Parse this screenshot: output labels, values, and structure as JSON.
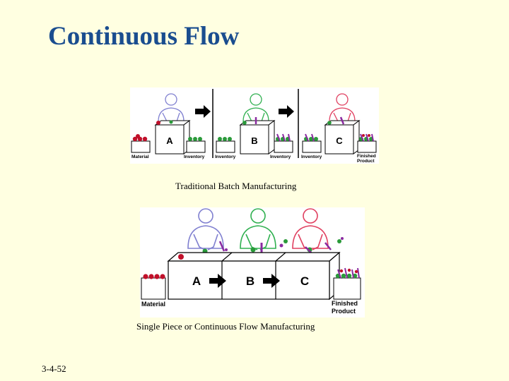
{
  "slide": {
    "title": "Continuous Flow",
    "slide_number": "3-4-52"
  },
  "batch_figure": {
    "caption": "Traditional Batch Manufacturing",
    "stations": [
      "A",
      "B",
      "C"
    ],
    "labels": {
      "material": "Material",
      "inventory_1": "Inventory",
      "inventory_2": "Inventory",
      "inventory_3": "Inventory",
      "inventory_4": "Inventory",
      "finished_1": "Finished",
      "finished_2": "Product"
    }
  },
  "flow_figure": {
    "caption": "Single Piece or Continuous Flow Manufacturing",
    "stations": [
      "A",
      "B",
      "C"
    ],
    "labels": {
      "material": "Material",
      "finished_1": "Finished",
      "finished_2": "Product"
    }
  },
  "colors": {
    "title": "#1a4d8f",
    "background": "#ffffe1",
    "worker_a": "#8080d0",
    "worker_b": "#30b050",
    "worker_c": "#e04060",
    "part_red": "#c0102a",
    "part_green": "#2a9a3a",
    "part_purple": "#8a2aa0"
  }
}
